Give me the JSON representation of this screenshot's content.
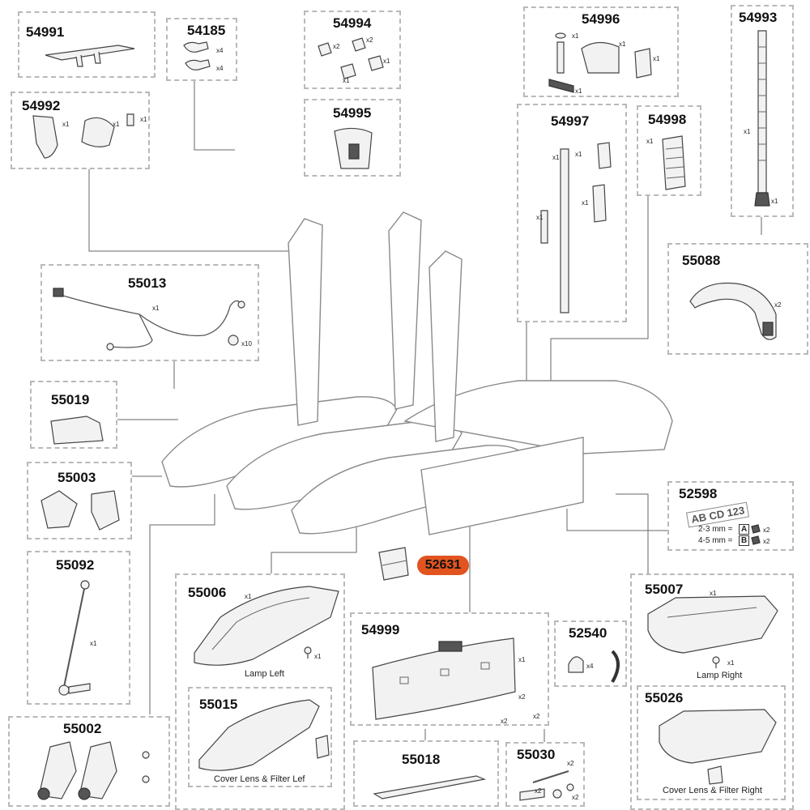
{
  "diagram": {
    "highlight_part": "52631",
    "parts": [
      {
        "id": "p54991",
        "number": "54991",
        "qty": []
      },
      {
        "id": "p54185",
        "number": "54185",
        "qty": [
          "x4",
          "x4"
        ]
      },
      {
        "id": "p54994",
        "number": "54994",
        "qty": [
          "x2",
          "x2",
          "x1",
          "x1"
        ]
      },
      {
        "id": "p54996",
        "number": "54996",
        "qty": [
          "x1",
          "x1",
          "x1",
          "x1"
        ]
      },
      {
        "id": "p54993",
        "number": "54993",
        "qty": [
          "x1",
          "x1"
        ]
      },
      {
        "id": "p54992",
        "number": "54992",
        "qty": [
          "x1",
          "x1",
          "x1"
        ]
      },
      {
        "id": "p54995",
        "number": "54995",
        "qty": []
      },
      {
        "id": "p54997",
        "number": "54997",
        "qty": [
          "x1",
          "x1",
          "x1",
          "x1"
        ]
      },
      {
        "id": "p54998",
        "number": "54998",
        "qty": [
          "x1"
        ]
      },
      {
        "id": "p55013",
        "number": "55013",
        "qty": [
          "x1",
          "x10"
        ]
      },
      {
        "id": "p55088",
        "number": "55088",
        "qty": [
          "x2"
        ]
      },
      {
        "id": "p55019",
        "number": "55019",
        "qty": []
      },
      {
        "id": "p55003",
        "number": "55003",
        "qty": []
      },
      {
        "id": "p52598",
        "number": "52598",
        "qty": [
          "x2",
          "x2"
        ]
      },
      {
        "id": "p55092",
        "number": "55092",
        "qty": [
          "x1"
        ]
      },
      {
        "id": "p55006",
        "number": "55006",
        "qty": [
          "x1",
          "x1"
        ],
        "caption": "Lamp Left"
      },
      {
        "id": "p54999",
        "number": "54999",
        "qty": [
          "x1",
          "x2",
          "x2",
          "x2"
        ]
      },
      {
        "id": "p52540",
        "number": "52540",
        "qty": [
          "x4"
        ]
      },
      {
        "id": "p55007",
        "number": "55007",
        "qty": [
          "x1",
          "x1"
        ],
        "caption": "Lamp Right"
      },
      {
        "id": "p55015",
        "number": "55015",
        "qty": [],
        "caption": "Cover Lens & Filter Lef"
      },
      {
        "id": "p55026",
        "number": "55026",
        "qty": [],
        "caption": "Cover Lens & Filter Right"
      },
      {
        "id": "p55002",
        "number": "55002",
        "qty": []
      },
      {
        "id": "p55018",
        "number": "55018",
        "qty": []
      },
      {
        "id": "p55030",
        "number": "55030",
        "qty": [
          "x2",
          "x2",
          "x2"
        ]
      }
    ],
    "plate": {
      "text": "AB CD 123",
      "rows": [
        {
          "range": "2-3 mm =",
          "letter": "A",
          "qty": "x2"
        },
        {
          "range": "4-5 mm =",
          "letter": "B",
          "qty": "x2"
        }
      ]
    }
  }
}
